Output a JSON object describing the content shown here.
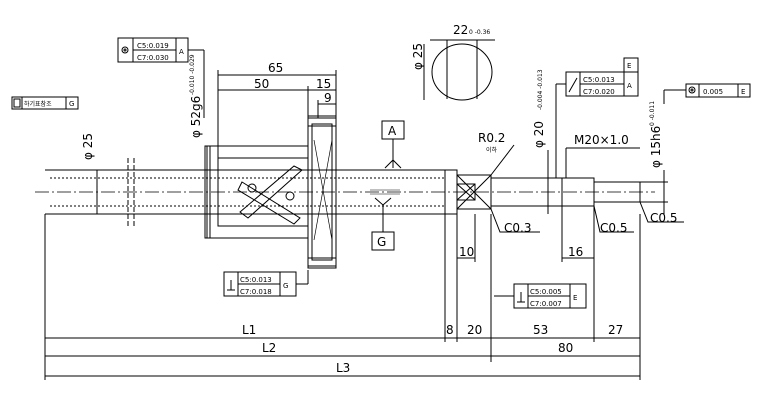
{
  "flange_note": {
    "runout": "C5:0.019",
    "runout2": "C7:0.030",
    "datum": "A"
  },
  "flat_note": {
    "label": "하기표참조",
    "datum": "G"
  },
  "shaft_dia": "φ 25",
  "nut_dia": "φ 52g6",
  "nut_dia_tol": "-0.010\n-0.029",
  "dim_65": "65",
  "dim_50": "50",
  "dim_15": "15",
  "dim_9": "9",
  "angle": {
    "value": "22",
    "tol": "0\n-0.36"
  },
  "section_dia": "φ 25",
  "datum_a": "A",
  "datum_g": "G",
  "radius": {
    "value": "R0.2",
    "note": "이하"
  },
  "bearing_dia": "φ 20",
  "bearing_dia_tol": "-0.004\n-0.013",
  "runout_right": {
    "c5": "C5:0.013",
    "c7": "C7:0.020",
    "datum": "A",
    "tag": "E"
  },
  "thread": "M20×1.0",
  "end_dia": {
    "value": "φ 15h6",
    "tol": "0\n-0.011"
  },
  "conc_note": {
    "value": "0.005",
    "datum": "E"
  },
  "chamfer_03": "C0.3",
  "chamfer_05a": "C0.5",
  "chamfer_05b": "C0.5",
  "dim_10": "10",
  "dim_16": "16",
  "perp_left": {
    "c5": "C5:0.013",
    "c7": "C7:0.018",
    "datum": "G"
  },
  "perp_right": {
    "c5": "C5:0.005",
    "c7": "C7:0.007",
    "datum": "E"
  },
  "dims_bottom": {
    "L1": "L1",
    "d8": "8",
    "d20": "20",
    "d53": "53",
    "d27": "27",
    "L2": "L2",
    "d80": "80",
    "L3": "L3"
  }
}
